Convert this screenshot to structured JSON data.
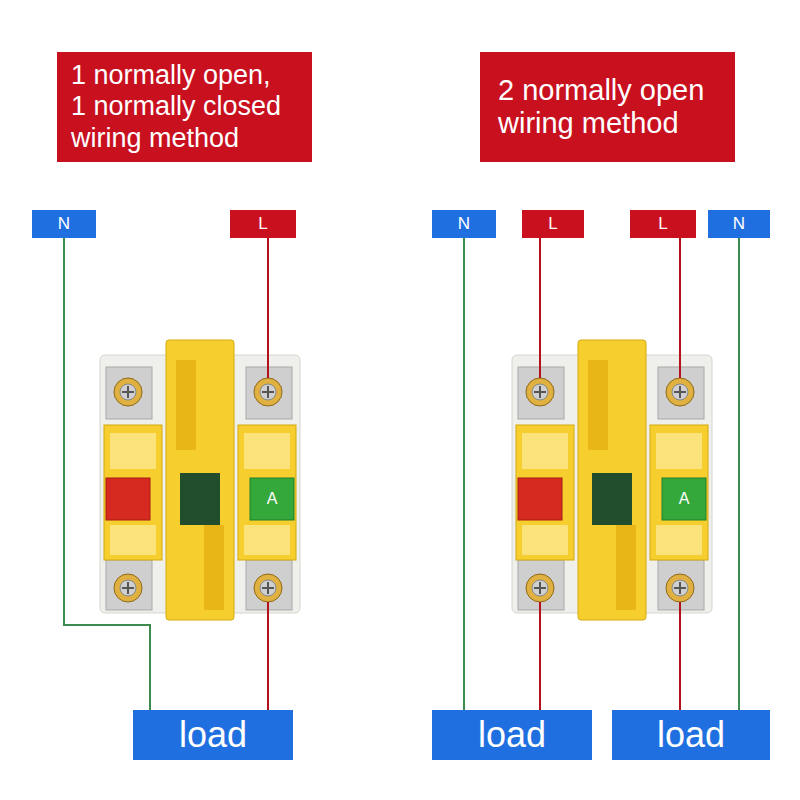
{
  "diagram": {
    "nodes": [
      {
        "text": [
          "1 normally open, 1 normally closed wiring method"
        ]
      },
      {
        "text": [
          "2 normally open wiring method"
        ]
      },
      {
        "text": [
          "N"
        ]
      },
      {
        "text": [
          "L"
        ]
      },
      {
        "text": [
          "N"
        ]
      },
      {
        "text": [
          "L"
        ]
      },
      {
        "text": [
          "L"
        ]
      },
      {
        "text": [
          "N"
        ]
      },
      {
        "text": [
          "load"
        ]
      },
      {
        "text": [
          "load"
        ]
      },
      {
        "text": [
          "load"
        ]
      }
    ],
    "edges": [
      {
        "from": 2,
        "to": 8,
        "arrow": "none"
      },
      {
        "from": 4,
        "to": 9,
        "arrow": "none"
      },
      {
        "from": 7,
        "to": 10,
        "arrow": "none"
      }
    ],
    "labels": [
      "A",
      "A"
    ]
  }
}
